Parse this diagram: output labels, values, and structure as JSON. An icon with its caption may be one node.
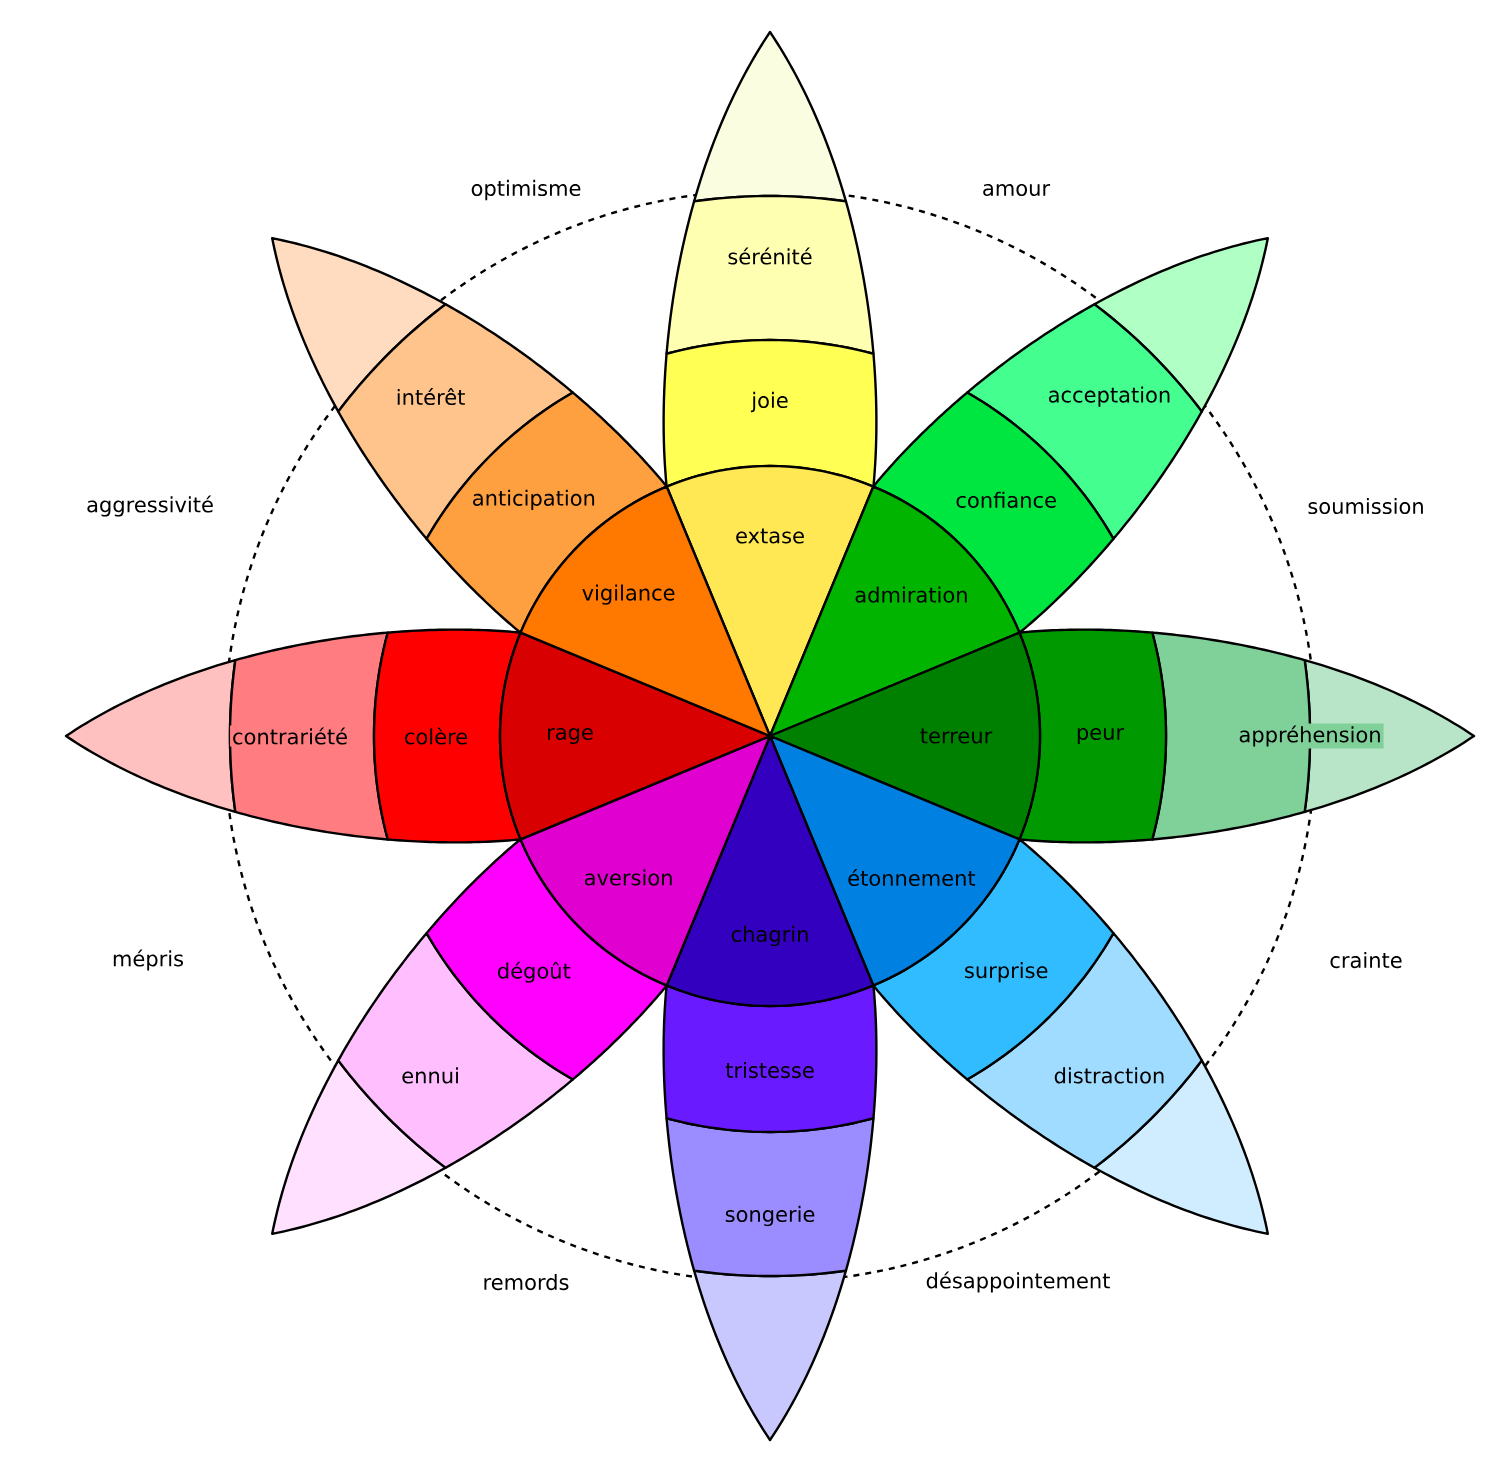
{
  "diagram": {
    "nodes": [
      {
        "text": [],
        "shape": "petal"
      },
      {
        "text": [
          "sérénité"
        ]
      },
      {
        "text": [
          "joie"
        ]
      },
      {
        "text": [
          "extase"
        ]
      },
      {
        "text": [],
        "shape": "petal"
      },
      {
        "text": [
          "acceptation"
        ]
      },
      {
        "text": [
          "confiance"
        ]
      },
      {
        "text": [
          "admiration"
        ]
      },
      {
        "text": [],
        "shape": "petal"
      },
      {
        "text": [
          "appréhension"
        ]
      },
      {
        "text": [
          "peur"
        ]
      },
      {
        "text": [
          "terreur"
        ]
      },
      {
        "text": [],
        "shape": "petal"
      },
      {
        "text": [
          "distraction"
        ]
      },
      {
        "text": [
          "surprise"
        ]
      },
      {
        "text": [
          "étonnement"
        ]
      },
      {
        "text": [],
        "shape": "petal"
      },
      {
        "text": [
          "songerie"
        ]
      },
      {
        "text": [
          "tristesse"
        ]
      },
      {
        "text": [
          "chagrin"
        ]
      },
      {
        "text": [],
        "shape": "petal"
      },
      {
        "text": [
          "ennui"
        ]
      },
      {
        "text": [
          "dégoût"
        ]
      },
      {
        "text": [
          "aversion"
        ]
      },
      {
        "text": [],
        "shape": "petal"
      },
      {
        "text": [
          "contrariété"
        ]
      },
      {
        "text": [
          "colère"
        ]
      },
      {
        "text": [
          "rage"
        ]
      },
      {
        "text": [],
        "shape": "petal"
      },
      {
        "text": [
          "intérêt"
        ]
      },
      {
        "text": [
          "anticipation"
        ]
      },
      {
        "text": [
          "vigilance"
        ]
      }
    ],
    "labels": [
      "optimisme",
      "amour",
      "aggressivité",
      "soumission",
      "mépris",
      "crainte",
      "remords",
      "désappointement"
    ]
  }
}
